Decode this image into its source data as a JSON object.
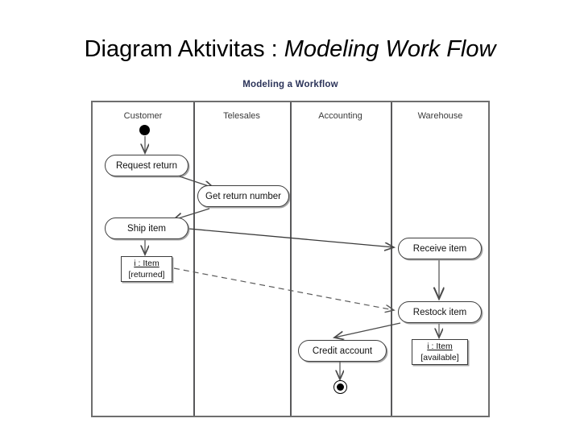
{
  "slide": {
    "title_plain": "Diagram Aktivitas : ",
    "title_italic": "Modeling Work Flow"
  },
  "diagram": {
    "caption": "Modeling a Workflow",
    "type": "uml-activity-diagram",
    "frame_color": "#6e6e6e",
    "caption_color": "#2b3359",
    "lanes": [
      {
        "label": "Customer"
      },
      {
        "label": "Telesales"
      },
      {
        "label": "Accounting"
      },
      {
        "label": "Warehouse"
      }
    ],
    "nodes": {
      "initial": {
        "kind": "initial-node",
        "lane": "Customer"
      },
      "request_return": {
        "kind": "activity",
        "label": "Request return",
        "lane": "Customer"
      },
      "get_return_number": {
        "kind": "activity",
        "label": "Get return number",
        "lane": "Telesales"
      },
      "ship_item": {
        "kind": "activity",
        "label": "Ship item",
        "lane": "Customer"
      },
      "item_returned": {
        "kind": "object-node",
        "instance": "i : Item",
        "state": "[returned]",
        "lane": "Customer"
      },
      "receive_item": {
        "kind": "activity",
        "label": "Receive item",
        "lane": "Warehouse"
      },
      "restock_item": {
        "kind": "activity",
        "label": "Restock item",
        "lane": "Warehouse"
      },
      "item_available": {
        "kind": "object-node",
        "instance": "i : Item",
        "state": "[available]",
        "lane": "Warehouse"
      },
      "credit_account": {
        "kind": "activity",
        "label": "Credit account",
        "lane": "Accounting"
      },
      "final": {
        "kind": "final-node",
        "lane": "Accounting"
      }
    },
    "edges": [
      {
        "from": "initial",
        "to": "request_return",
        "style": "solid"
      },
      {
        "from": "request_return",
        "to": "get_return_number",
        "style": "solid"
      },
      {
        "from": "get_return_number",
        "to": "ship_item",
        "style": "solid"
      },
      {
        "from": "ship_item",
        "to": "item_returned",
        "style": "solid"
      },
      {
        "from": "ship_item",
        "to": "receive_item",
        "style": "solid"
      },
      {
        "from": "item_returned",
        "to": "restock_item",
        "style": "dashed"
      },
      {
        "from": "receive_item",
        "to": "restock_item",
        "style": "solid"
      },
      {
        "from": "restock_item",
        "to": "item_available",
        "style": "solid"
      },
      {
        "from": "restock_item",
        "to": "credit_account",
        "style": "solid"
      },
      {
        "from": "credit_account",
        "to": "final",
        "style": "solid"
      }
    ]
  }
}
